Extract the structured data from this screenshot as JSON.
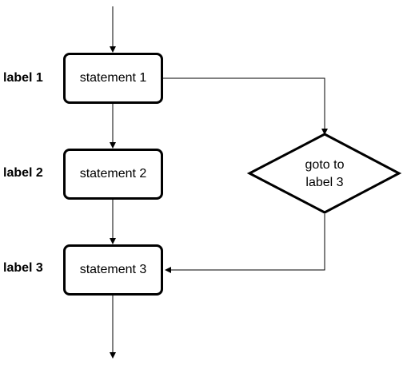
{
  "diagram": {
    "type": "flowchart",
    "rows": [
      {
        "label": "label 1",
        "statement": "statement 1"
      },
      {
        "label": "label 2",
        "statement": "statement 2"
      },
      {
        "label": "label 3",
        "statement": "statement 3"
      }
    ],
    "decision": {
      "line1": "goto to",
      "line2": "label 3"
    },
    "colors": {
      "stroke": "#000000",
      "fill": "#ffffff",
      "text": "#000000"
    }
  }
}
